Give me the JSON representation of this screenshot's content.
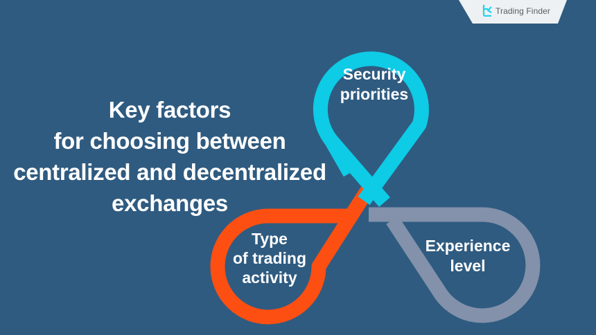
{
  "brand": {
    "name": "Trading Finder",
    "logo_icon": "tf-logo-icon"
  },
  "title": {
    "lines": [
      "Key factors",
      "for choosing between",
      "centralized and decentralized",
      "exchanges"
    ]
  },
  "factors": [
    {
      "id": "security",
      "lines": [
        "Security",
        "priorities"
      ],
      "color": "#0ecbe6"
    },
    {
      "id": "trading-activity",
      "lines": [
        "Type",
        "of trading",
        "activity"
      ],
      "color": "#fe4f12"
    },
    {
      "id": "experience",
      "lines": [
        "Experience",
        "level"
      ],
      "color": "#8391ab"
    }
  ],
  "colors": {
    "background": "#2f5b80",
    "text": "#ffffff",
    "brand_tab": "#eef1f3"
  }
}
